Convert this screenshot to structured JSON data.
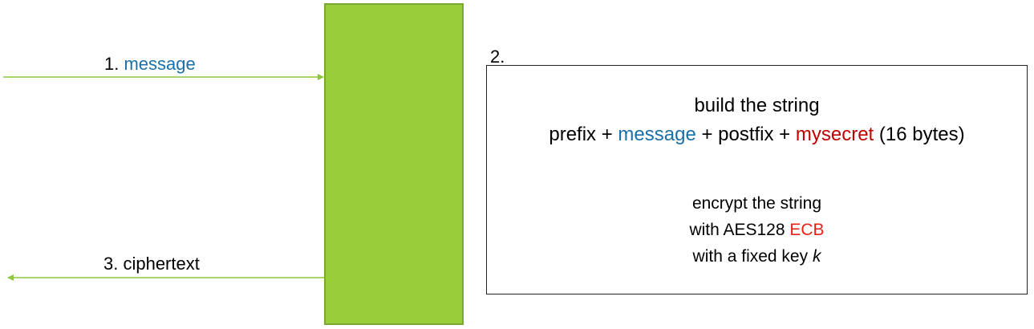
{
  "colors": {
    "arrow": "#8dc63f",
    "server_fill": "#9acd3a",
    "message": "#1b6fa8",
    "secret": "#c00000",
    "mode": "#e8201a"
  },
  "left": {
    "step1_number": "1.",
    "step1_message": "message",
    "step3_label": "3. ciphertext"
  },
  "step2": {
    "number": "2.",
    "build_title": "build the string",
    "concat": {
      "prefix": "prefix + ",
      "message": "message",
      "mid": " + postfix + ",
      "secret": "mysecret",
      "suffix": " (16 bytes)"
    },
    "encrypt_line1": "encrypt the string",
    "encrypt_line2_pre": "with AES128 ",
    "encrypt_mode": "ECB",
    "encrypt_line3_pre": "with a fixed key ",
    "encrypt_key": "k"
  }
}
